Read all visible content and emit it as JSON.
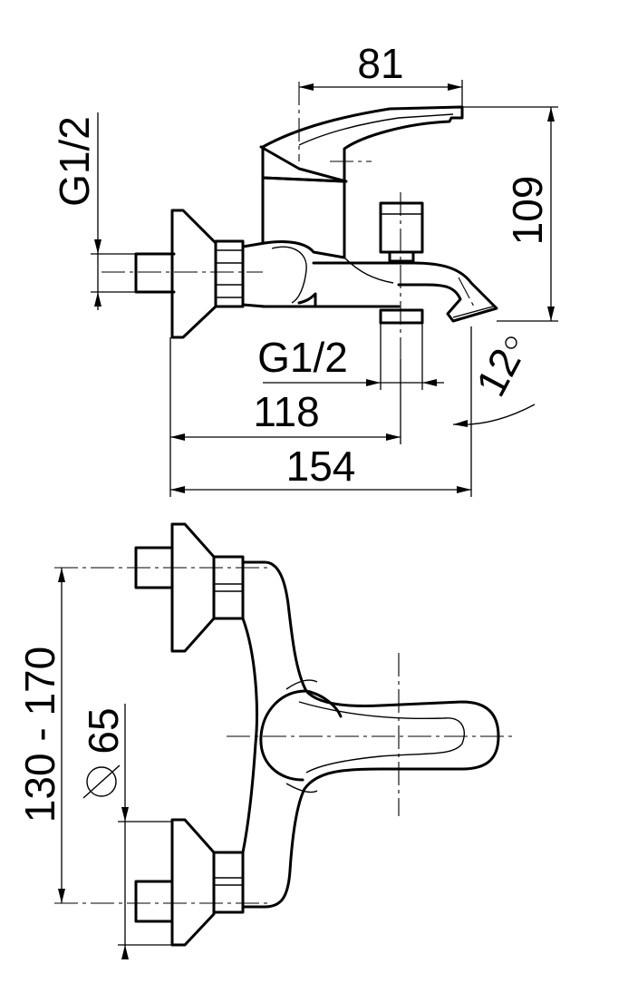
{
  "labels": {
    "dim_top_width": "81",
    "dim_height": "109",
    "dim_wall_thread": "G1/2",
    "dim_outlet_thread": "G1/2",
    "dim_outlet_distance": "118",
    "dim_total_depth": "154",
    "dim_spout_angle": "12",
    "degree_symbol": "°",
    "dim_center_distance": "130 - 170",
    "dim_rosette_diameter": "65"
  },
  "colors": {
    "line": "#000000",
    "background": "#ffffff"
  }
}
